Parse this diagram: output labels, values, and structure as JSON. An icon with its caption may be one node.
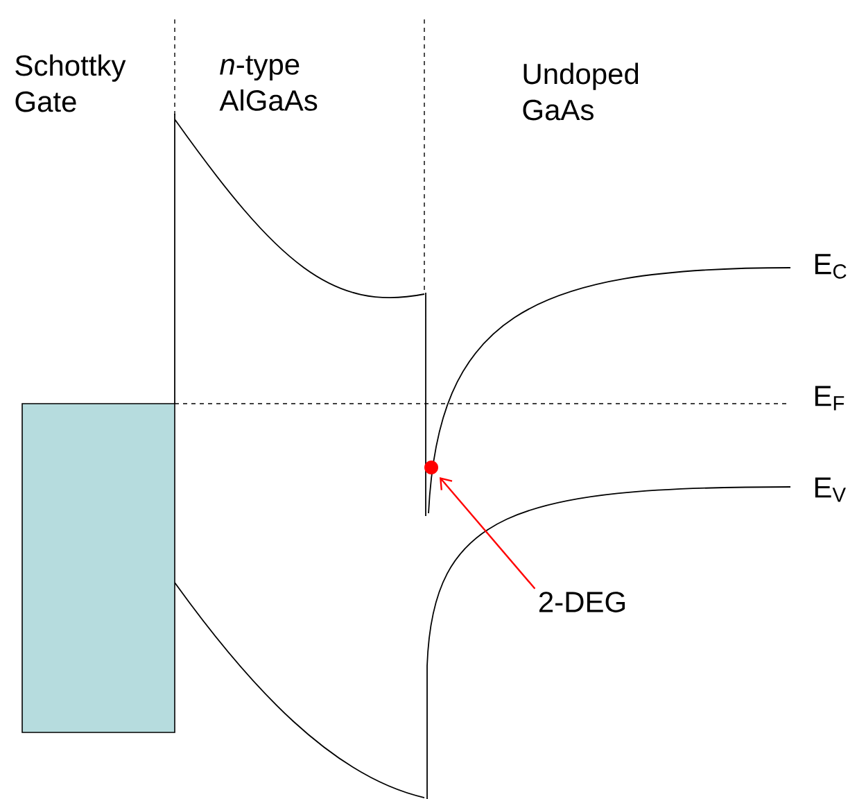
{
  "diagram": {
    "nodes": [
      {
        "text": [],
        "shape": "box"
      },
      {
        "text": [
          "2-DEG"
        ]
      },
      {
        "text": [],
        "shape": "circle"
      }
    ],
    "edges": [
      {
        "from": 1,
        "to": 2,
        "arrow": "to",
        "color": "#ff0000"
      }
    ],
    "labels": [
      "Schottky Gate",
      "*n*-type AlGaAs",
      "Undoped GaAs",
      "E$_{C}$",
      "E$_{F}$",
      "E$_{V}$"
    ]
  }
}
